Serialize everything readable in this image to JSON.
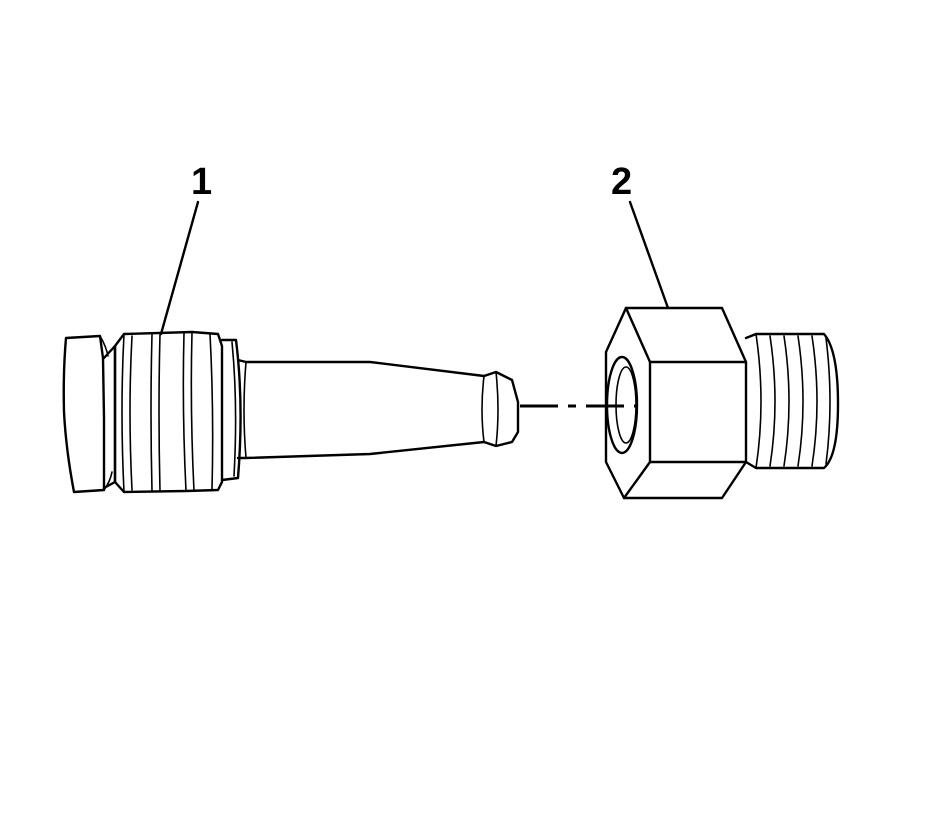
{
  "diagram": {
    "callouts": [
      {
        "id": 1,
        "label": "1"
      },
      {
        "id": 2,
        "label": "2"
      }
    ],
    "parts": [
      {
        "callout": "1",
        "shape": "quick-connect-fitting"
      },
      {
        "callout": "2",
        "shape": "threaded-hex-fitting"
      }
    ],
    "colors": {
      "line": "#000000",
      "background": "#ffffff"
    }
  }
}
